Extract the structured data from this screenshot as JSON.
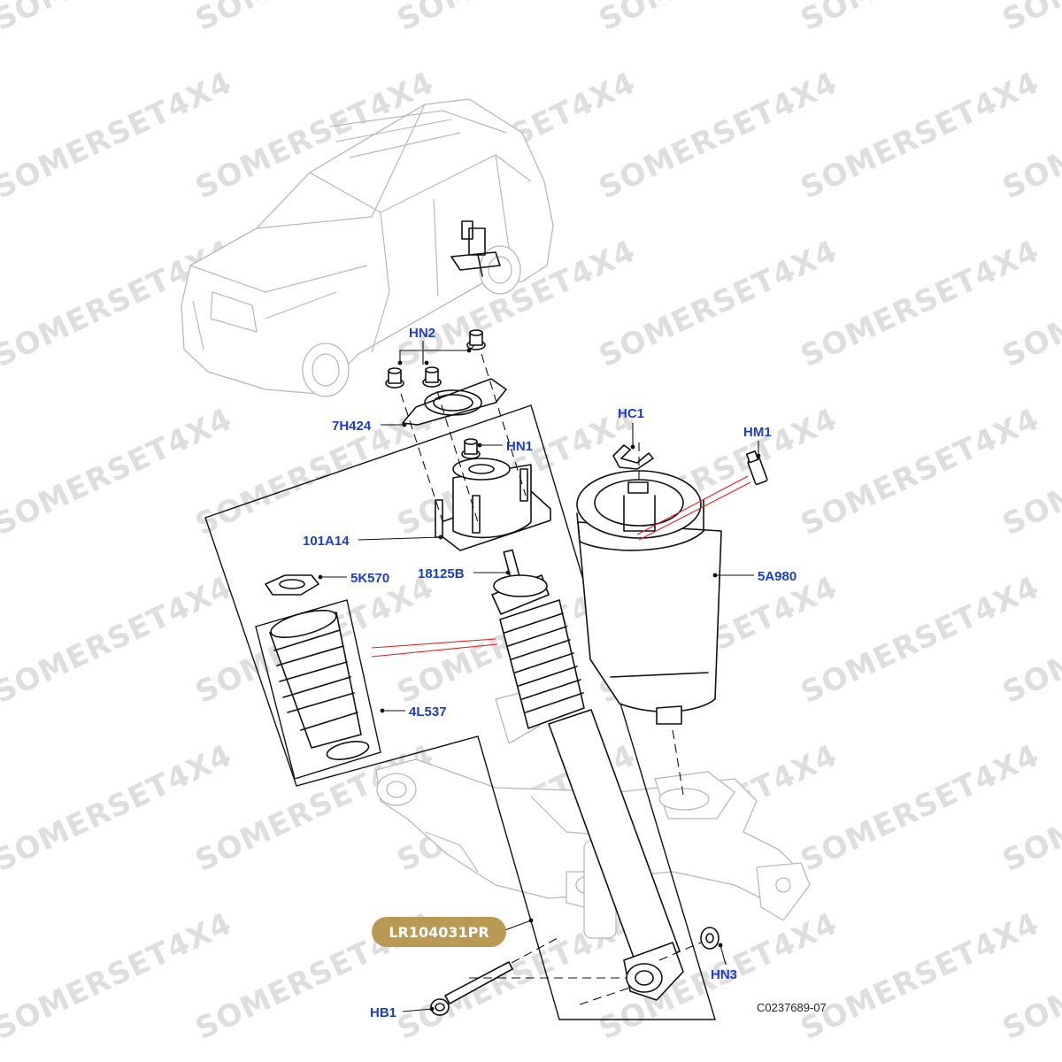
{
  "watermark": "SOMERSET4X4",
  "figure_ref": "C0237689-07",
  "part_badge": {
    "label": "LR104031PR",
    "color": "#b99a52"
  },
  "label_color": "#1a3ec8",
  "callouts": {
    "hn2": "HN2",
    "h7424": "7H424",
    "hn1": "HN1",
    "c101a14": "101A14",
    "c5k570": "5K570",
    "c18125b": "18125B",
    "c4l537": "4L537",
    "hc1": "HC1",
    "hm1": "HM1",
    "c5a980": "5A980",
    "hn3": "HN3",
    "hb1": "HB1"
  }
}
